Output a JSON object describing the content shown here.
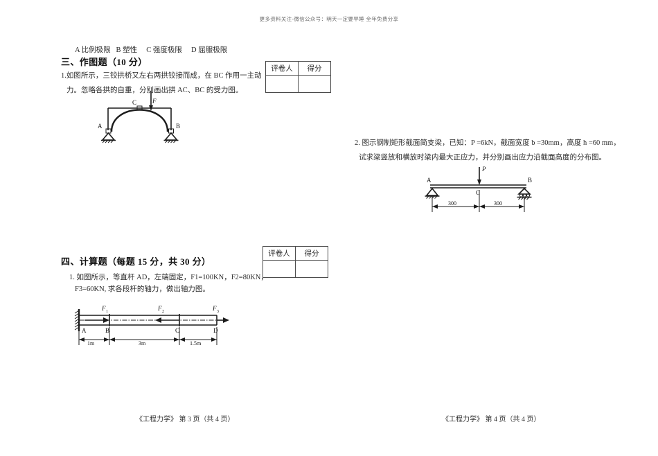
{
  "document": {
    "watermark": "更多资料关注-微信公众号：明天一定要早睡 全年免费分享",
    "subject": "《工程力学》"
  },
  "left_page": {
    "options_line": "A 比例极限   B 塑性     C 强度极限     D 屈服极限",
    "section_three": {
      "heading": "三、作图题（10 分）",
      "grade_table": {
        "header_grader": "评卷人",
        "header_score": "得分",
        "value_grader": "",
        "value_score": ""
      },
      "question_1": {
        "line1": "1.如图所示，三铰拱桥又左右两拱铰接而成，在 BC 作用一主动",
        "line2": "力。忽略各拱的自重，分别画出拱 AC、BC 的受力图。"
      },
      "arch_figure": {
        "label_a": "A",
        "label_b": "B",
        "label_c": "C",
        "label_force": "F"
      }
    },
    "section_four": {
      "heading": "四、计算题（每题 15 分，共 30 分）",
      "grade_table": {
        "header_grader": "评卷人",
        "header_score": "得分",
        "value_grader": "",
        "value_score": ""
      },
      "question_1": {
        "line1": "1. 如图所示，等直杆 AD，左端固定，F1=100KN，F2=80KN，",
        "line2": "F3=60KN, 求各段杆的轴力，做出轴力图。"
      },
      "bar_figure": {
        "node_a": "A",
        "node_b": "B",
        "node_c": "C",
        "node_d": "D",
        "force_1": "F",
        "force_1_sub": "1",
        "force_2": "F",
        "force_2_sub": "2",
        "force_3": "F",
        "force_3_sub": "3",
        "dim_ab": "1m",
        "dim_bc": "3m",
        "dim_cd": "1.5m"
      }
    },
    "footer": "《工程力学》  第 3 页（共 4 页）"
  },
  "right_page": {
    "question_2": {
      "line1": "2. 图示钢制矩形截面简支梁，已知：P =6kN，截面宽度 b =30mm，高度 h =60 mm，",
      "line2": "试求梁竖放和横放时梁内最大正应力，并分别画出应力沿截面高度的分布图。"
    },
    "beam_figure": {
      "label_a": "A",
      "label_b": "B",
      "label_c": "C",
      "label_p": "P",
      "dim_left": "300",
      "dim_right": "300"
    },
    "footer": "《工程力学》  第 4 页（共 4 页）"
  }
}
